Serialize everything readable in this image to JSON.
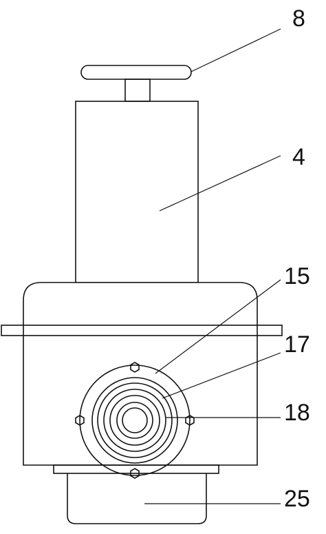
{
  "figure": {
    "callouts": [
      {
        "id": "handwheel",
        "text": "8"
      },
      {
        "id": "body",
        "text": "4"
      },
      {
        "id": "flange",
        "text": "15"
      },
      {
        "id": "ring",
        "text": "17"
      },
      {
        "id": "bore",
        "text": "18"
      },
      {
        "id": "base",
        "text": "25"
      }
    ]
  }
}
